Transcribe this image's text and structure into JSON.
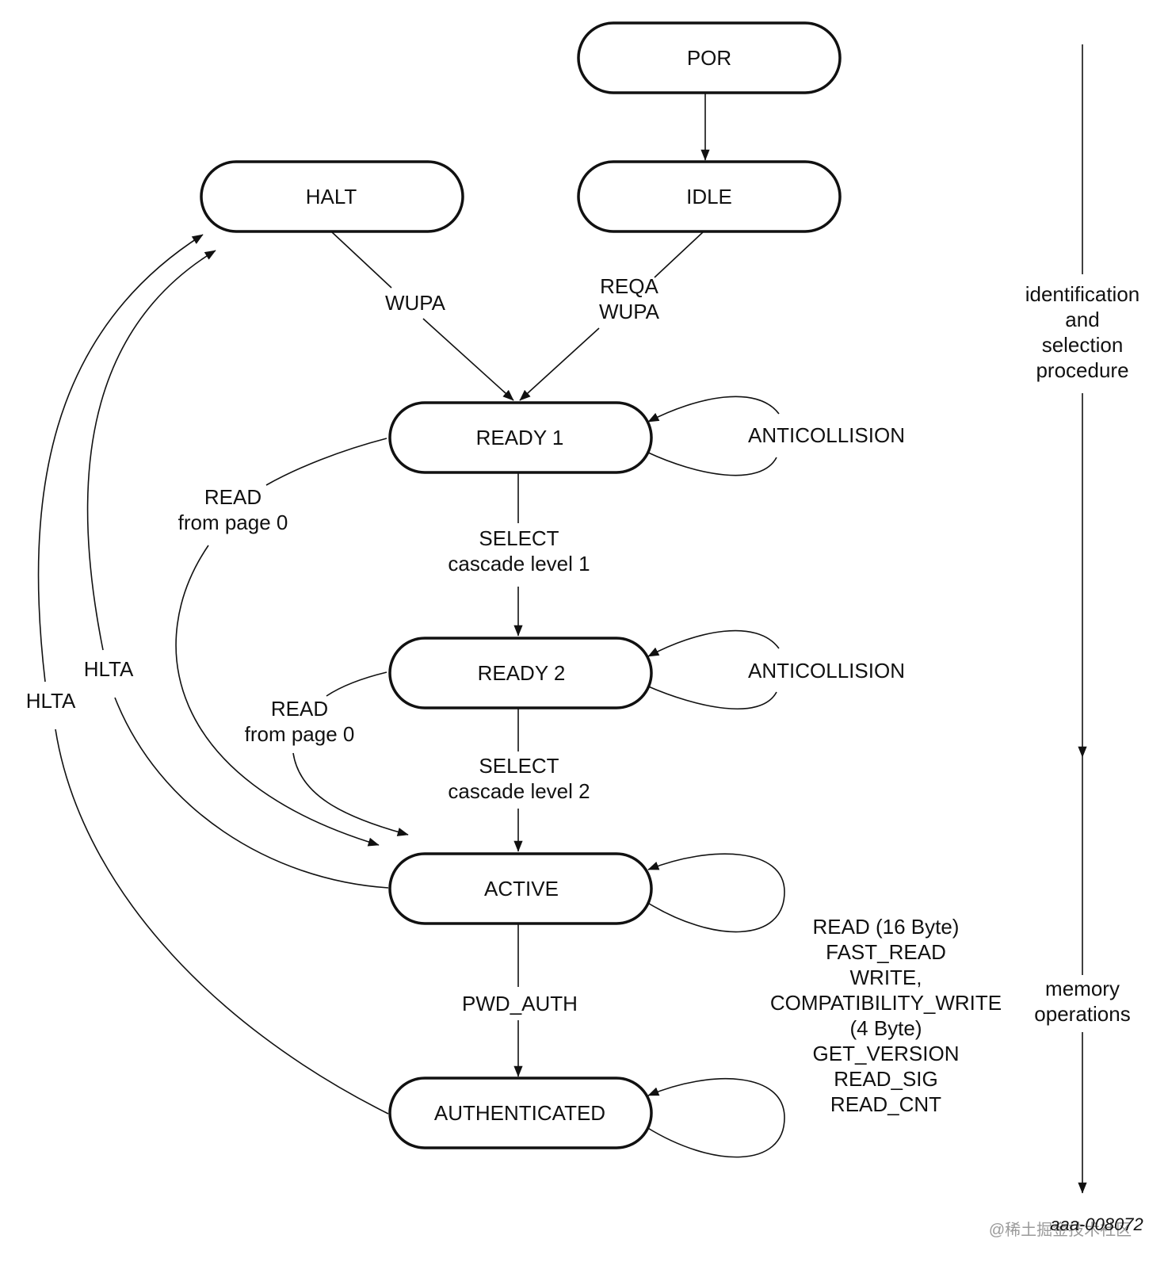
{
  "states": {
    "por": "POR",
    "idle": "IDLE",
    "halt": "HALT",
    "ready1": "READY 1",
    "ready2": "READY 2",
    "active": "ACTIVE",
    "authenticated": "AUTHENTICATED"
  },
  "transitions": {
    "halt_to_ready1": "WUPA",
    "idle_to_ready1": [
      "REQA",
      "WUPA"
    ],
    "ready1_self": "ANTICOLLISION",
    "ready2_self": "ANTICOLLISION",
    "ready1_to_ready2": [
      "SELECT",
      "cascade level 1"
    ],
    "ready2_to_active": [
      "SELECT",
      "cascade level 2"
    ],
    "ready1_to_active": [
      "READ",
      "from page 0"
    ],
    "ready2_to_active_read": [
      "READ",
      "from page 0"
    ],
    "active_to_halt": "HLTA",
    "authenticated_to_halt": "HLTA",
    "active_to_authenticated": "PWD_AUTH",
    "memory_commands": [
      "READ (16 Byte)",
      "FAST_READ",
      "WRITE,",
      "COMPATIBILITY_WRITE",
      "(4 Byte)",
      "GET_VERSION",
      "READ_SIG",
      "READ_CNT"
    ]
  },
  "phases": {
    "identification": [
      "identification",
      "and",
      "selection",
      "procedure"
    ],
    "memory": [
      "memory",
      "operations"
    ]
  },
  "figure_ref": "aaa-008072",
  "watermark": "@稀土掘金技术社区"
}
